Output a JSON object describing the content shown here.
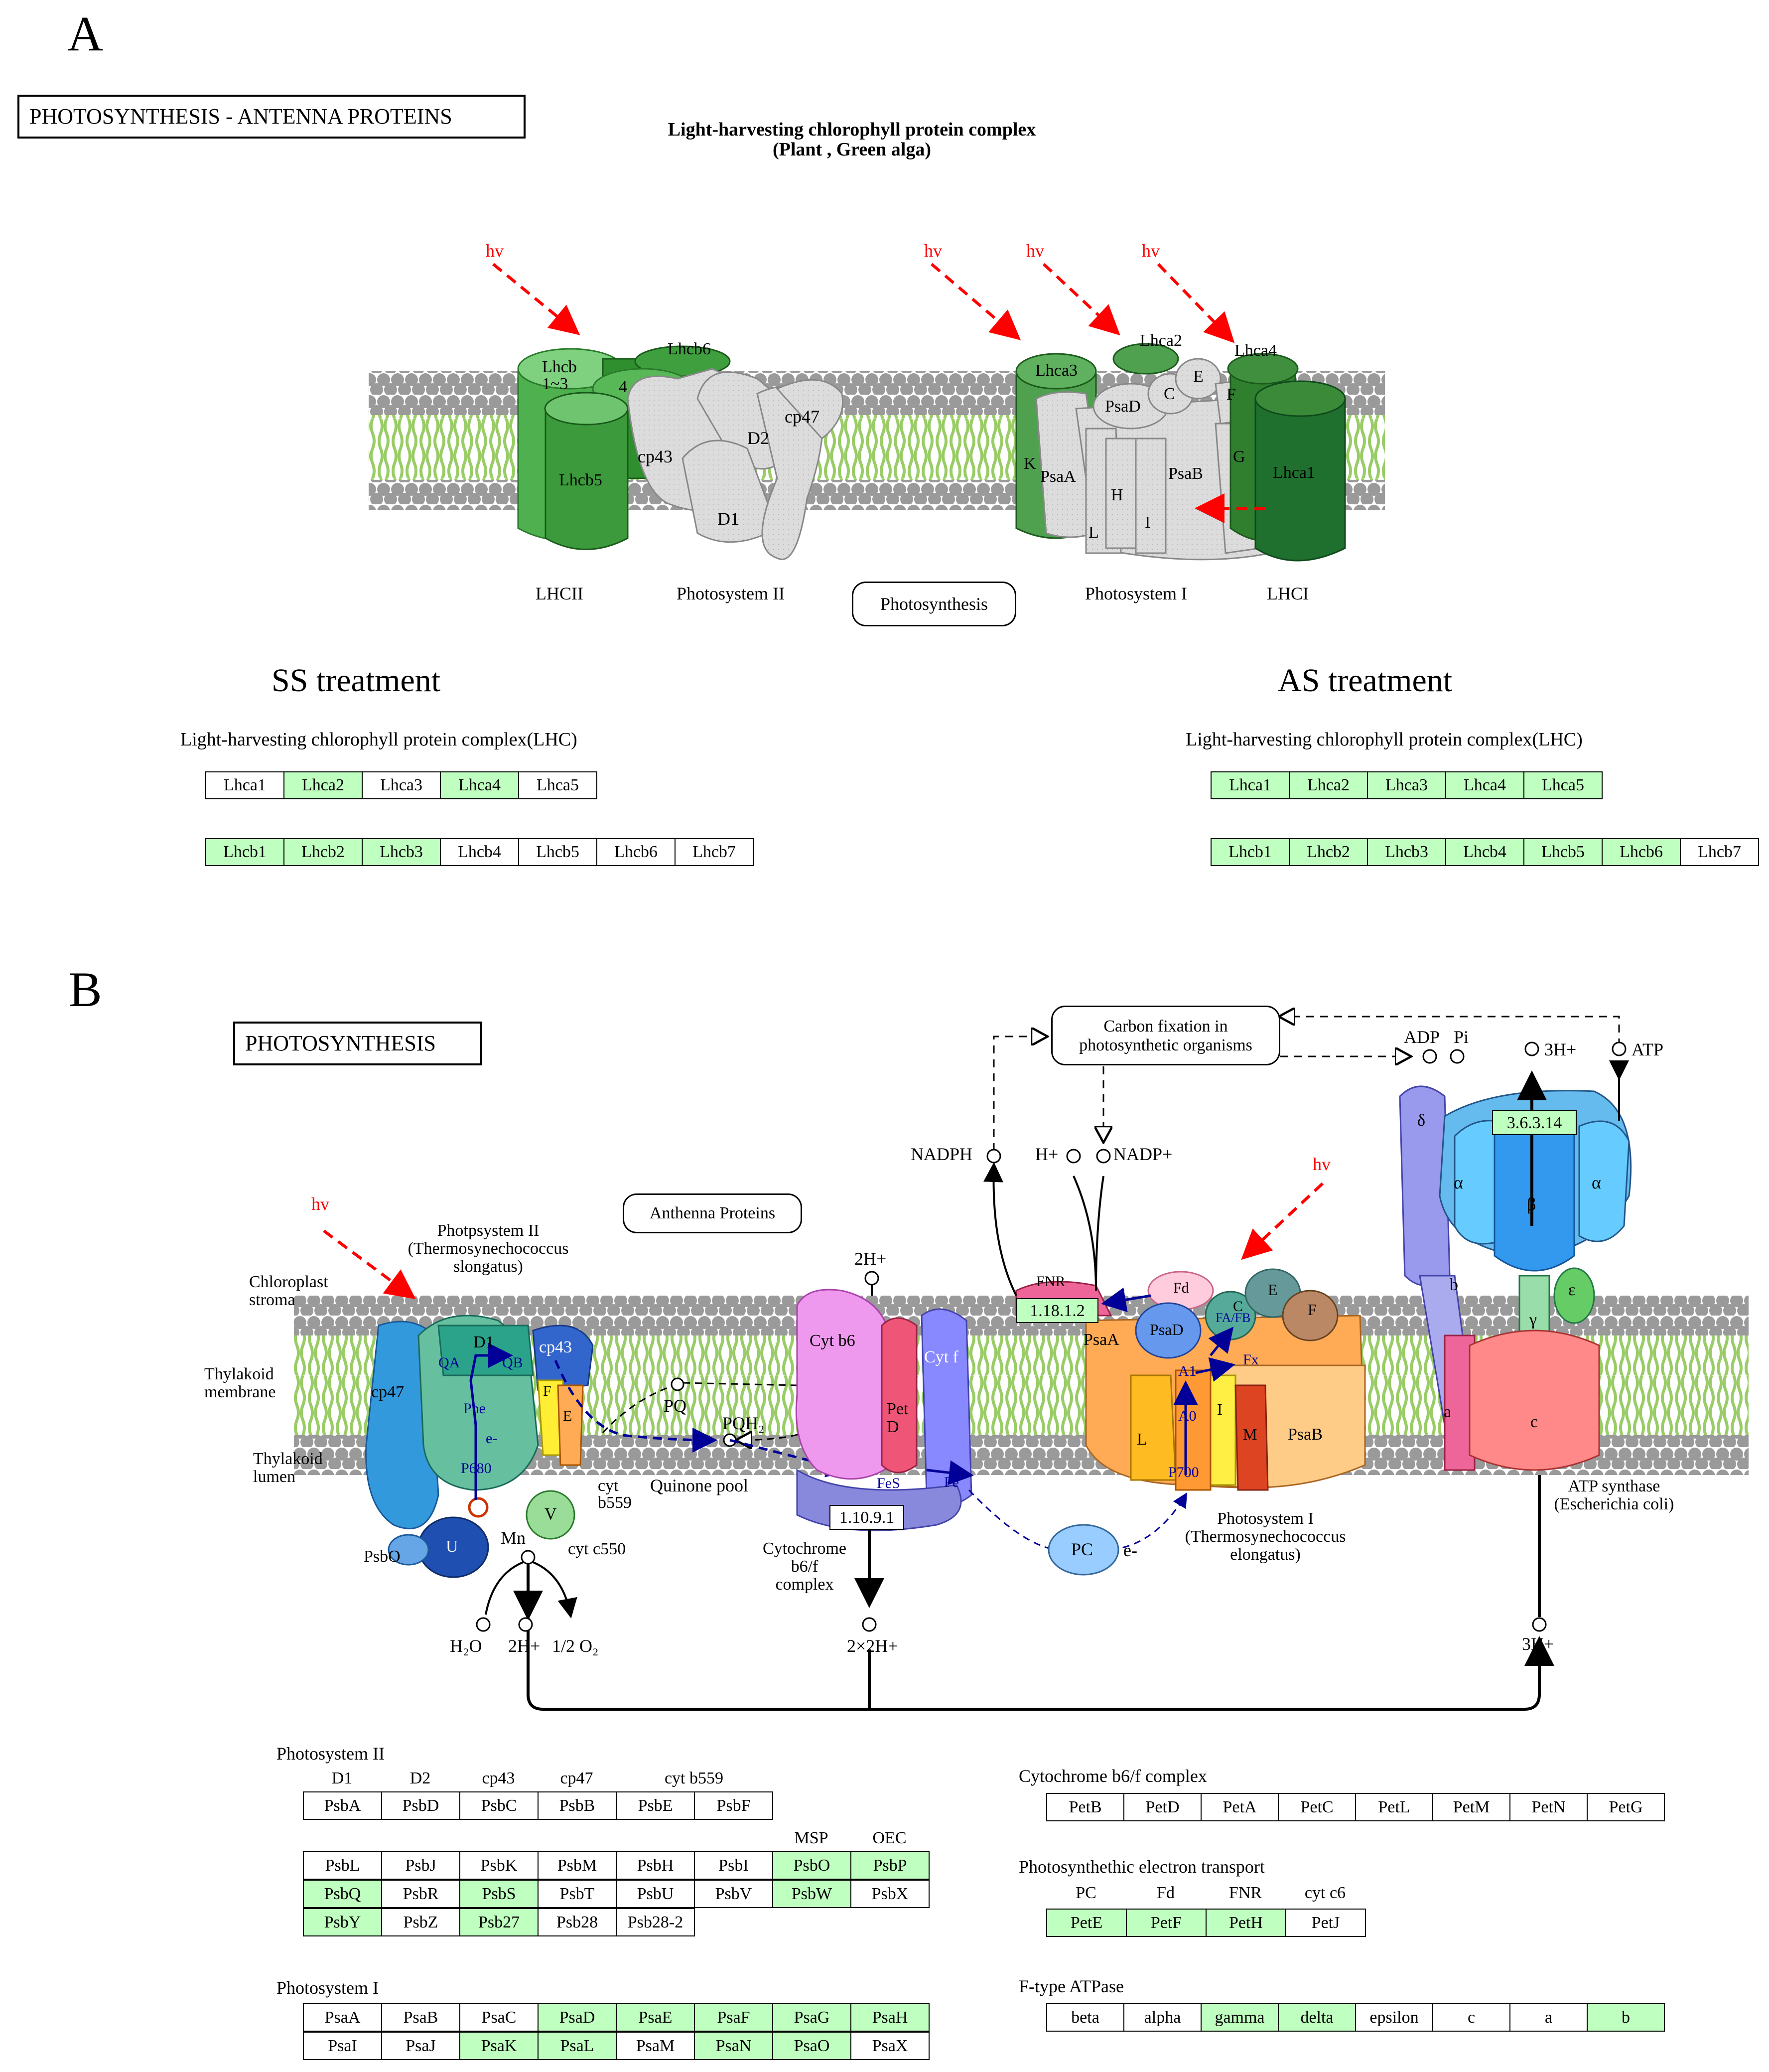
{
  "panel_a": {
    "letter": "A",
    "map_title": "PHOTOSYNTHESIS - ANTENNA PROTEINS",
    "diagram_title": "Light-harvesting chlorophyll protein complex",
    "diagram_subtitle": "(Plant , Green alga)",
    "light_label": "hv",
    "complexes": {
      "lhcii": "LHCII",
      "ps2": "Photosystem II",
      "ps1": "Photosystem I",
      "lhci": "LHCI"
    },
    "photosynthesis_link": "Photosynthesis",
    "labels": {
      "lhcb": "Lhcb",
      "lhcb13": "1~3",
      "four": "4",
      "lhcb6": "Lhcb6",
      "lhcb5": "Lhcb5",
      "cp43": "cp43",
      "cp47": "cp47",
      "d1": "D1",
      "d2": "D2",
      "lhca3": "Lhca3",
      "lhca2": "Lhca2",
      "lhca4": "Lhca4",
      "lhca1": "Lhca1",
      "psad": "PsaD",
      "c": "C",
      "e": "E",
      "f": "F",
      "k": "K",
      "psaa": "PsaA",
      "psab": "PsaB",
      "h": "H",
      "i": "I",
      "l": "L",
      "g": "G"
    },
    "ss_treatment": {
      "heading": "SS treatment",
      "caption": "Light-harvesting chlorophyll protein complex(LHC)",
      "lhca": [
        {
          "name": "Lhca1",
          "on": false
        },
        {
          "name": "Lhca2",
          "on": true
        },
        {
          "name": "Lhca3",
          "on": false
        },
        {
          "name": "Lhca4",
          "on": true
        },
        {
          "name": "Lhca5",
          "on": false
        }
      ],
      "lhcb": [
        {
          "name": "Lhcb1",
          "on": true
        },
        {
          "name": "Lhcb2",
          "on": true
        },
        {
          "name": "Lhcb3",
          "on": true
        },
        {
          "name": "Lhcb4",
          "on": false
        },
        {
          "name": "Lhcb5",
          "on": false
        },
        {
          "name": "Lhcb6",
          "on": false
        },
        {
          "name": "Lhcb7",
          "on": false
        }
      ]
    },
    "as_treatment": {
      "heading": "AS treatment",
      "caption": "Light-harvesting chlorophyll protein complex(LHC)",
      "lhca": [
        {
          "name": "Lhca1",
          "on": true
        },
        {
          "name": "Lhca2",
          "on": true
        },
        {
          "name": "Lhca3",
          "on": true
        },
        {
          "name": "Lhca4",
          "on": true
        },
        {
          "name": "Lhca5",
          "on": true
        }
      ],
      "lhcb": [
        {
          "name": "Lhcb1",
          "on": true
        },
        {
          "name": "Lhcb2",
          "on": true
        },
        {
          "name": "Lhcb3",
          "on": true
        },
        {
          "name": "Lhcb4",
          "on": true
        },
        {
          "name": "Lhcb5",
          "on": true
        },
        {
          "name": "Lhcb6",
          "on": true
        },
        {
          "name": "Lhcb7",
          "on": false
        }
      ]
    }
  },
  "panel_b": {
    "letter": "B",
    "map_title": "PHOTOSYNTHESIS",
    "light_label": "hv",
    "carbon_fixation": "Carbon fixation in\nphotosynthetic organisms",
    "antenna_proteins": "Anthenna Proteins",
    "compounds": {
      "nadph": "NADPH",
      "hplus": "H+",
      "nadp": "NADP+",
      "adp": "ADP",
      "pi": "Pi",
      "three_h_top": "3H+",
      "atp": "ATP",
      "two_h_plus": "2H+",
      "h2o": "H₂O",
      "two_h_bottom": "2H+",
      "half_o2": "1/2 O₂",
      "two_x_two_h": "2×2H+",
      "three_h_bottom": "3H+",
      "mn": "Mn",
      "pq": "PQ",
      "pqh2": "PQH₂",
      "pc": "PC",
      "e_minus": "e-"
    },
    "membrane_labels": {
      "stroma": "Chloroplast\nstroma",
      "membrane": "Thylakoid\nmembrane",
      "lumen": "Thylakoid\nlumen",
      "quinone_pool": "Quinone pool"
    },
    "complex_labels": {
      "ps2": "Photpsystem II\n(Thermosynechococcus\nslongatus)",
      "cytb6f": "Cytochrome\nb6/f\ncomplex",
      "ps1": "Photosystem I\n(Thermosynechococcus\nelongatus)",
      "atp_synthase": "ATP synthase\n(Escherichia coli)"
    },
    "ec_numbers": {
      "cytb6f": "1.10.9.1",
      "fnr": "1.18.1.2",
      "atpase": "3.6.3.14"
    },
    "ps2_parts": {
      "cp47": "cp47",
      "d1": "D1",
      "cp43": "cp43",
      "qa": "QA",
      "qb": "QB",
      "phe": "Phe",
      "e": "e-",
      "p680": "P680",
      "f": "F",
      "e_sub": "E",
      "v": "V",
      "u": "U",
      "psbo": "PsbO",
      "cyt_b559": "cyt\nb559",
      "cyt_c550": "cyt c550"
    },
    "cyt_parts": {
      "cyt_b6": "Cyt b6",
      "pet_d": "Pet\nD",
      "cyt_f": "Cyt f",
      "fes": "FeS",
      "fe": "Fe"
    },
    "ps1_parts": {
      "fnr": "FNR",
      "fd": "Fd",
      "psad": "PsaD",
      "c": "C",
      "e": "E",
      "f": "F",
      "fafb": "FA/FB",
      "fx": "Fx",
      "a1": "A1",
      "a0": "A0",
      "psaa": "PsaA",
      "l": "L",
      "i": "I",
      "m": "M",
      "psab": "PsaB",
      "p700": "P700"
    },
    "atp_parts": {
      "delta": "δ",
      "alpha1": "α",
      "beta": "β",
      "alpha2": "α",
      "b": "b",
      "epsilon": "ε",
      "gamma": "γ",
      "a": "a",
      "c": "c"
    },
    "gene_tables": {
      "ps2": {
        "caption": "Photosystem II",
        "row1_headers": [
          "D1",
          "D2",
          "cp43",
          "cp47",
          "cyt b559"
        ],
        "row1": [
          {
            "name": "PsbA",
            "on": false
          },
          {
            "name": "PsbD",
            "on": false
          },
          {
            "name": "PsbC",
            "on": false
          },
          {
            "name": "PsbB",
            "on": false
          },
          {
            "name": "PsbE",
            "on": false
          },
          {
            "name": "PsbF",
            "on": false
          }
        ],
        "row2_headers": [
          "MSP",
          "OEC"
        ],
        "row2": [
          {
            "name": "PsbL",
            "on": false
          },
          {
            "name": "PsbJ",
            "on": false
          },
          {
            "name": "PsbK",
            "on": false
          },
          {
            "name": "PsbM",
            "on": false
          },
          {
            "name": "PsbH",
            "on": false
          },
          {
            "name": "PsbI",
            "on": false
          },
          {
            "name": "PsbO",
            "on": true
          },
          {
            "name": "PsbP",
            "on": true
          }
        ],
        "row3": [
          {
            "name": "PsbQ",
            "on": true
          },
          {
            "name": "PsbR",
            "on": false
          },
          {
            "name": "PsbS",
            "on": true
          },
          {
            "name": "PsbT",
            "on": false
          },
          {
            "name": "PsbU",
            "on": false
          },
          {
            "name": "PsbV",
            "on": false
          },
          {
            "name": "PsbW",
            "on": true
          },
          {
            "name": "PsbX",
            "on": false
          }
        ],
        "row4": [
          {
            "name": "PsbY",
            "on": true
          },
          {
            "name": "PsbZ",
            "on": false
          },
          {
            "name": "Psb27",
            "on": true
          },
          {
            "name": "Psb28",
            "on": false
          },
          {
            "name": "Psb28-2",
            "on": false
          }
        ]
      },
      "ps1": {
        "caption": "Photosystem I",
        "row1": [
          {
            "name": "PsaA",
            "on": false
          },
          {
            "name": "PsaB",
            "on": false
          },
          {
            "name": "PsaC",
            "on": false
          },
          {
            "name": "PsaD",
            "on": true
          },
          {
            "name": "PsaE",
            "on": true
          },
          {
            "name": "PsaF",
            "on": true
          },
          {
            "name": "PsaG",
            "on": true
          },
          {
            "name": "PsaH",
            "on": true
          }
        ],
        "row2": [
          {
            "name": "PsaI",
            "on": false
          },
          {
            "name": "PsaJ",
            "on": false
          },
          {
            "name": "PsaK",
            "on": true
          },
          {
            "name": "PsaL",
            "on": true
          },
          {
            "name": "PsaM",
            "on": false
          },
          {
            "name": "PsaN",
            "on": true
          },
          {
            "name": "PsaO",
            "on": true
          },
          {
            "name": "PsaX",
            "on": false
          }
        ]
      },
      "cytb6f": {
        "caption": "Cytochrome b6/f complex",
        "row1": [
          {
            "name": "PetB",
            "on": false
          },
          {
            "name": "PetD",
            "on": false
          },
          {
            "name": "PetA",
            "on": false
          },
          {
            "name": "PetC",
            "on": false
          },
          {
            "name": "PetL",
            "on": false
          },
          {
            "name": "PetM",
            "on": false
          },
          {
            "name": "PetN",
            "on": false
          },
          {
            "name": "PetG",
            "on": false
          }
        ]
      },
      "pet": {
        "caption": "Photosynthethic electron transport",
        "headers": [
          "PC",
          "Fd",
          "FNR",
          "cyt c6"
        ],
        "row1": [
          {
            "name": "PetE",
            "on": true
          },
          {
            "name": "PetF",
            "on": true
          },
          {
            "name": "PetH",
            "on": true
          },
          {
            "name": "PetJ",
            "on": false
          }
        ]
      },
      "ftype": {
        "caption": "F-type ATPase",
        "row1": [
          {
            "name": "beta",
            "on": false
          },
          {
            "name": "alpha",
            "on": false
          },
          {
            "name": "gamma",
            "on": true
          },
          {
            "name": "delta",
            "on": true
          },
          {
            "name": "epsilon",
            "on": false
          },
          {
            "name": "c",
            "on": false
          },
          {
            "name": "a",
            "on": false
          },
          {
            "name": "b",
            "on": true
          }
        ]
      }
    }
  },
  "colors": {
    "highlight": "#bfffbf",
    "lipid_head": "#9a9a9a",
    "lipid_tail": "#99cc66",
    "light_arrow": "#ff0000",
    "electron_arrow": "#000099"
  }
}
